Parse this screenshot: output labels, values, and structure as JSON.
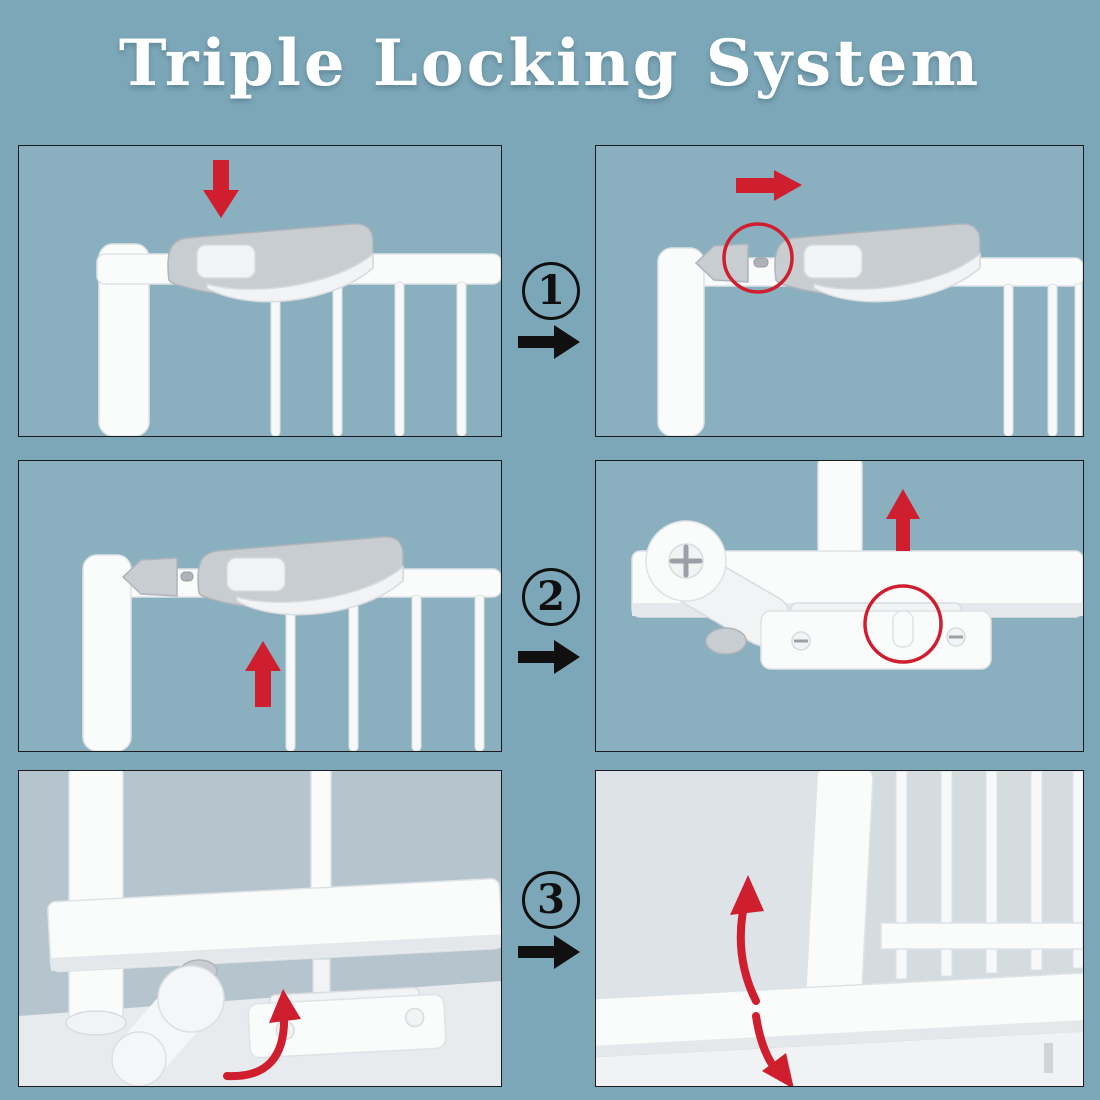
{
  "title": "Triple Locking System",
  "steps": [
    {
      "label": "1",
      "icon": "circled-number-1"
    },
    {
      "label": "2",
      "icon": "circled-number-2"
    },
    {
      "label": "3",
      "icon": "circled-number-3"
    }
  ],
  "colors": {
    "page_background": "#7CA7B8",
    "panel_background": "#8AB0C0",
    "title_text": "#FFFFFF",
    "accent_red": "#CF1F2F",
    "ink_black": "#101010",
    "gate_white": "#FAFBFB",
    "hardware_gray": "#C8CDD2"
  },
  "icons": {
    "step_forward": "black-right-arrow",
    "press_down": "red-down-arrow",
    "slide_right": "red-right-arrow",
    "lift_up": "red-up-arrow",
    "rotate_lever": "red-curved-arrow",
    "swing_open": "red-curved-double-arrow"
  }
}
